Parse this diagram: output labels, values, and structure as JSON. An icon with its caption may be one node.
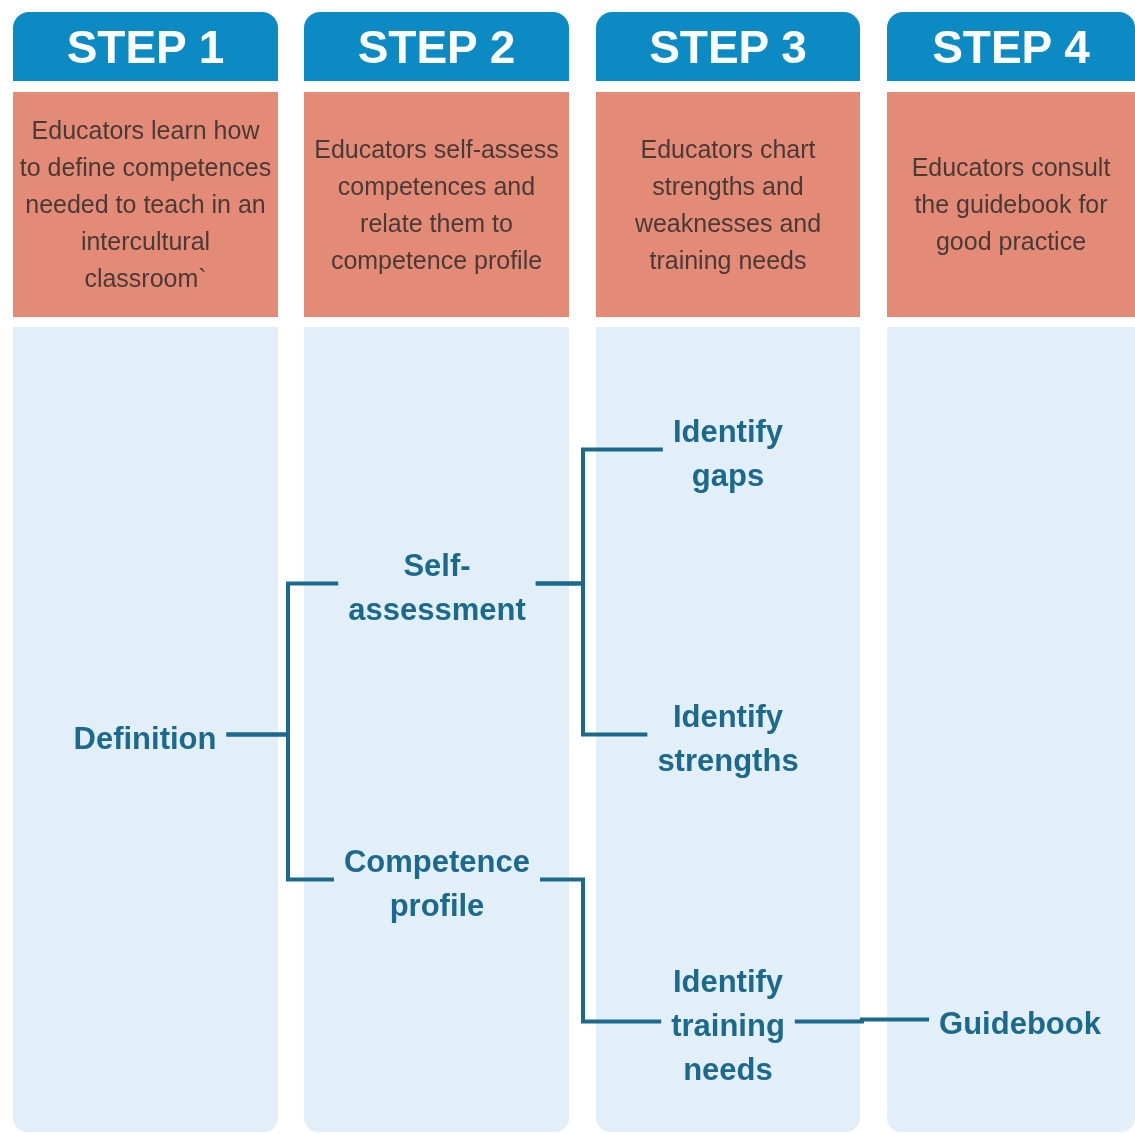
{
  "diagram": {
    "nodes": [
      {
        "text": [
          "STEP 1"
        ]
      },
      {
        "text": [
          "STEP 2"
        ]
      },
      {
        "text": [
          "STEP 3"
        ]
      },
      {
        "text": [
          "STEP 4"
        ]
      },
      {
        "text": [
          "Educators learn how to define competences needed to teach in an intercultural classroom`"
        ]
      },
      {
        "text": [
          "Educators self-assess competences and relate them to competence profile"
        ]
      },
      {
        "text": [
          "Educators chart strengths and weaknesses and training needs"
        ]
      },
      {
        "text": [
          "Educators consult the guidebook for good practice"
        ]
      },
      {
        "text": [
          "Definition"
        ]
      },
      {
        "text": [
          "Self-assessment"
        ]
      },
      {
        "text": [
          "Competence profile"
        ]
      },
      {
        "text": [
          "Identify gaps"
        ]
      },
      {
        "text": [
          "Identify strengths"
        ]
      },
      {
        "text": [
          "Identify training needs"
        ]
      },
      {
        "text": [
          "Guidebook"
        ]
      }
    ],
    "edges": [
      {
        "from": 8,
        "to": 9,
        "arrow": "none"
      },
      {
        "from": 8,
        "to": 10,
        "arrow": "none"
      },
      {
        "from": 9,
        "to": 11,
        "arrow": "none"
      },
      {
        "from": 9,
        "to": 12,
        "arrow": "none"
      },
      {
        "from": 10,
        "to": 13,
        "arrow": "none"
      },
      {
        "from": 13,
        "to": 14,
        "arrow": "none"
      }
    ]
  }
}
